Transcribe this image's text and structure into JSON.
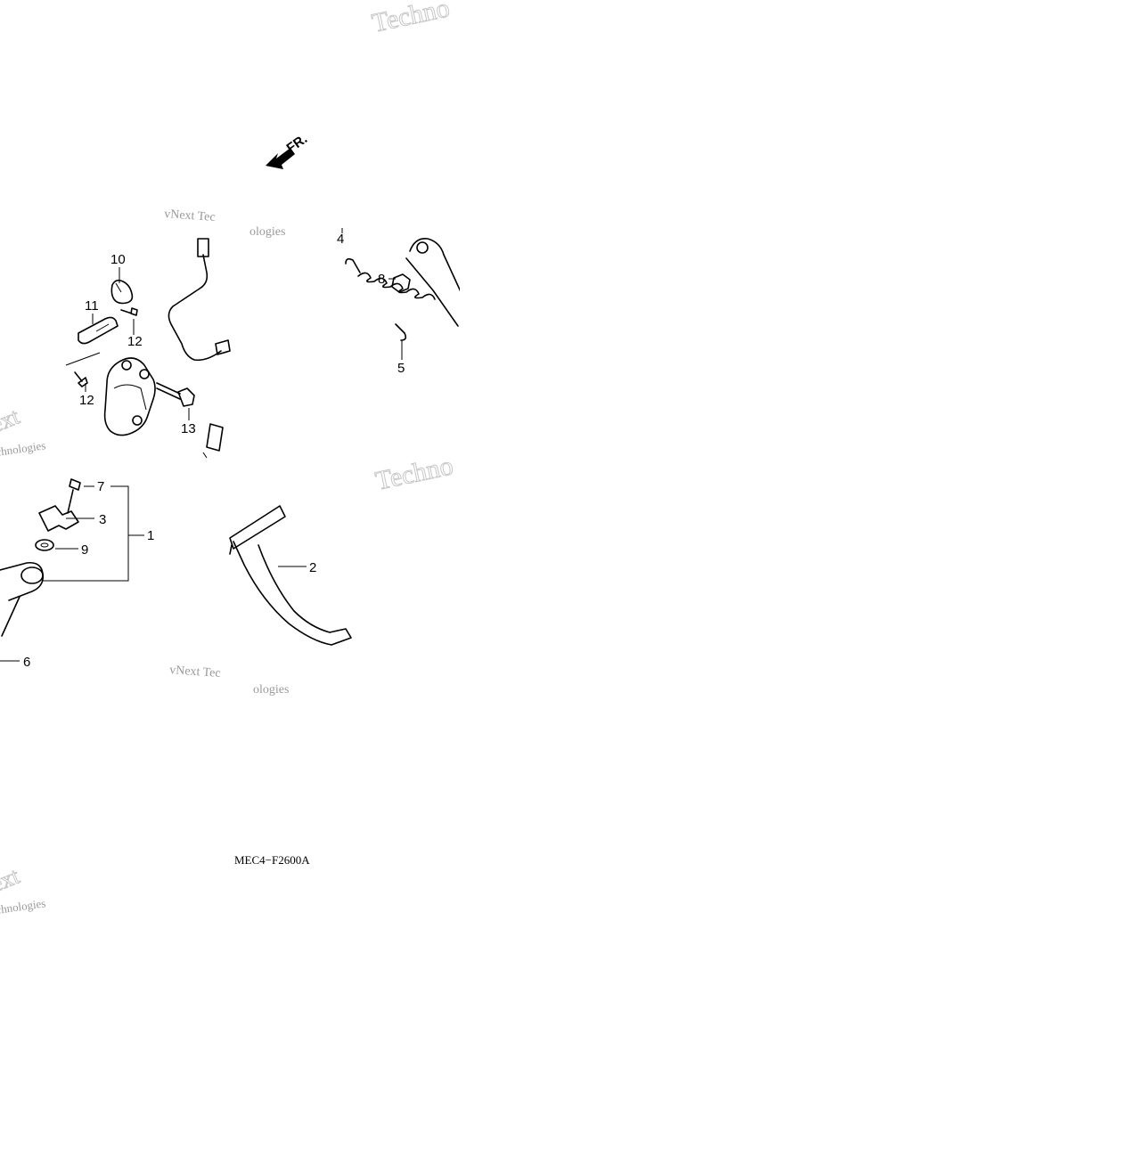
{
  "diagram": {
    "direction_label": "FR.",
    "drawing_code": "MEC4−F2600A",
    "callouts": [
      "1",
      "2",
      "3",
      "4",
      "5",
      "6",
      "7",
      "8",
      "9",
      "10",
      "11",
      "12",
      "12",
      "13"
    ],
    "watermarks": {
      "main": "Technologies",
      "brand": "vNext Tec",
      "brand_tail": "ologies",
      "next": "ext",
      "techno": "Techno",
      "chnologies": "chnologies"
    }
  }
}
